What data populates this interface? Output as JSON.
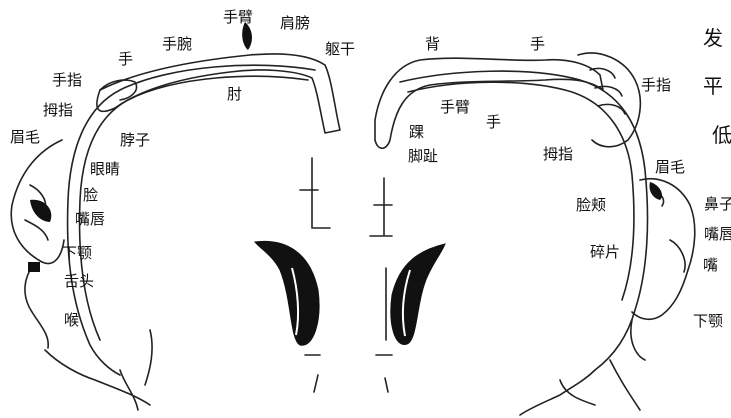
{
  "left_labels": [
    {
      "id": "l-shoubi",
      "text": "手臂"
    },
    {
      "id": "l-jianbang",
      "text": "肩膀"
    },
    {
      "id": "l-quegan",
      "text": "躯干"
    },
    {
      "id": "l-shouwan",
      "text": "手腕"
    },
    {
      "id": "l-shou",
      "text": "手"
    },
    {
      "id": "l-shouzhi",
      "text": "手指"
    },
    {
      "id": "l-muzhi",
      "text": "拇指"
    },
    {
      "id": "l-meimao",
      "text": "眉毛"
    },
    {
      "id": "l-zhou",
      "text": "肘"
    },
    {
      "id": "l-bozi",
      "text": "脖子"
    },
    {
      "id": "l-yanjing",
      "text": "眼睛"
    },
    {
      "id": "l-lian",
      "text": "脸"
    },
    {
      "id": "l-zuichun",
      "text": "嘴唇"
    },
    {
      "id": "l-xiae",
      "text": "下颚"
    },
    {
      "id": "l-shetou",
      "text": "舌头"
    },
    {
      "id": "l-hou",
      "text": "喉"
    }
  ],
  "right_labels": [
    {
      "id": "r-bei",
      "text": "背"
    },
    {
      "id": "r-shou",
      "text": "手"
    },
    {
      "id": "r-shouzhi",
      "text": "手指"
    },
    {
      "id": "r-shoubi",
      "text": "手臂"
    },
    {
      "id": "r-shou2",
      "text": "手"
    },
    {
      "id": "r-huai",
      "text": "踝"
    },
    {
      "id": "r-jiaozhi",
      "text": "脚趾"
    },
    {
      "id": "r-muzhi",
      "text": "拇指"
    },
    {
      "id": "r-meimao",
      "text": "眉毛"
    },
    {
      "id": "r-lianjia",
      "text": "脸颊"
    },
    {
      "id": "r-suipian",
      "text": "碎片"
    },
    {
      "id": "r-bi",
      "text": "鼻子"
    },
    {
      "id": "r-zuichun",
      "text": "嘴唇"
    },
    {
      "id": "r-zui",
      "text": "嘴"
    },
    {
      "id": "r-xiae",
      "text": "下颚"
    }
  ],
  "edge_chars": [
    {
      "id": "e-fa",
      "text": "发"
    },
    {
      "id": "e-ping",
      "text": "平"
    },
    {
      "id": "e-di",
      "text": "低"
    }
  ]
}
